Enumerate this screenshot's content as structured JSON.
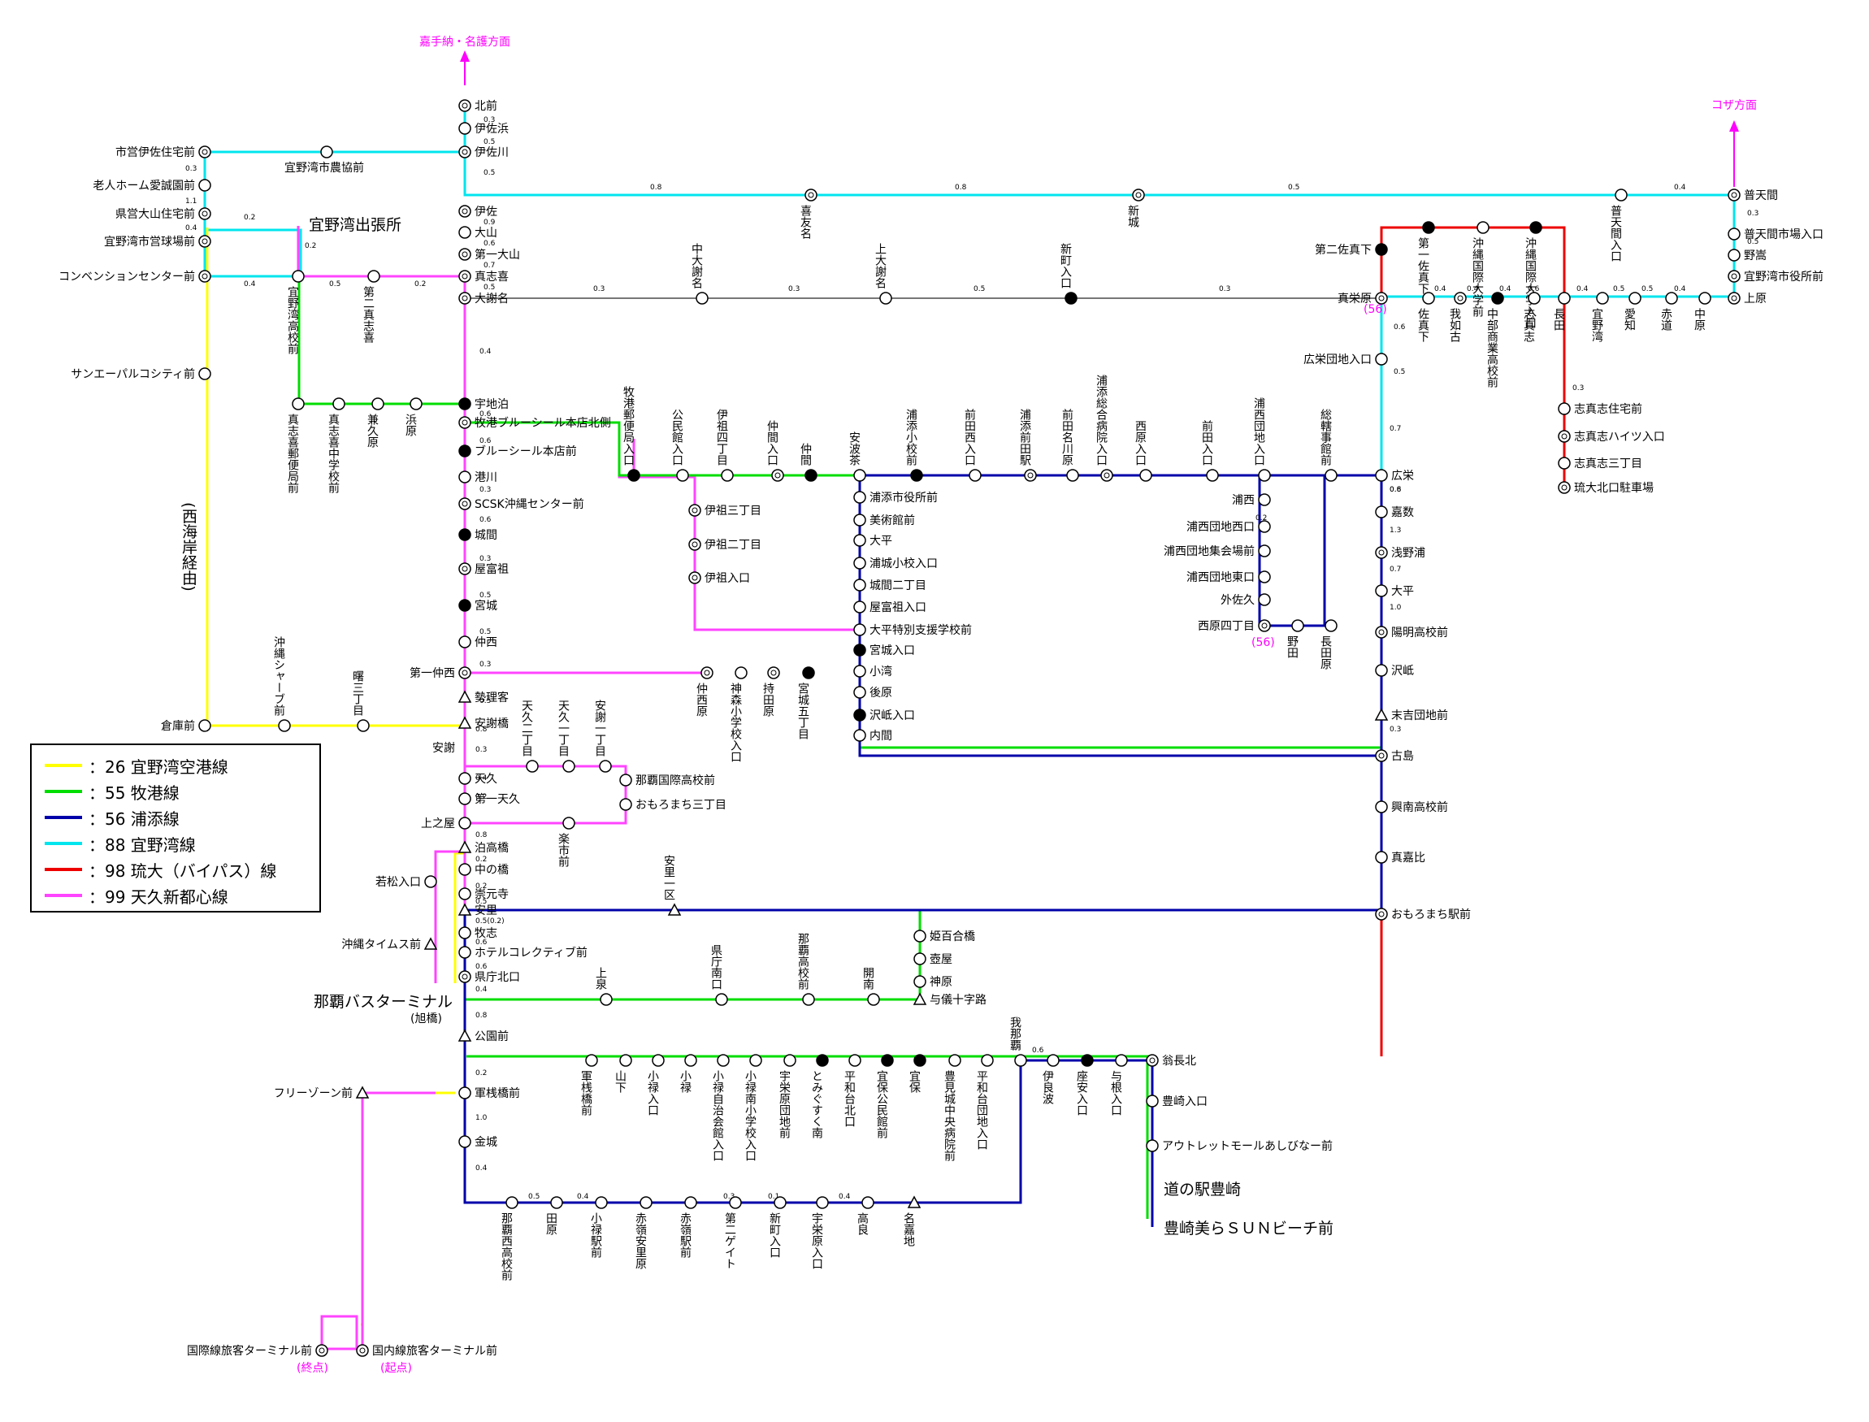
{
  "directions": {
    "north": "嘉手納・名護方面",
    "koza": "コザ方面"
  },
  "terminals": {
    "origin": "(起点)",
    "end": "(終点)",
    "bus_terminal_note": "(旭橋)",
    "route56_marker": "(56)"
  },
  "bold_labels": {
    "ginowan_office": "宜野湾出張所",
    "naha_bt": "那覇バスターミナル",
    "michinoeki": "道の駅豊崎",
    "toyosaki_beach": "豊崎美らＳＵＮビーチ前",
    "nishikaigan": "(西海岸経由)"
  },
  "colors": {
    "r26": "#ffff00",
    "r55": "#00dd00",
    "r56": "#0000aa",
    "r88": "#00e5ee",
    "r98": "#ee0000",
    "r99": "#ff44ff",
    "trunk": "#777777"
  },
  "legend": [
    {
      "color": "#ffff00",
      "label": "：26 宜野湾空港線"
    },
    {
      "color": "#00dd00",
      "label": "：55 牧港線"
    },
    {
      "color": "#0000aa",
      "label": "：56 浦添線"
    },
    {
      "color": "#00e5ee",
      "label": "：88 宜野湾線"
    },
    {
      "color": "#ee0000",
      "label": "：98 琉大（バイパス）線"
    },
    {
      "color": "#ff44ff",
      "label": "：99 天久新都心線"
    }
  ],
  "stops": [
    {
      "id": "s1",
      "name": "北前"
    },
    {
      "id": "s2",
      "name": "伊佐浜"
    },
    {
      "id": "s3",
      "name": "伊佐川"
    },
    {
      "id": "s4",
      "name": "伊佐"
    },
    {
      "id": "s5",
      "name": "大山"
    },
    {
      "id": "s6",
      "name": "第一大山"
    },
    {
      "id": "s7",
      "name": "真志喜"
    },
    {
      "id": "s8",
      "name": "大謝名"
    },
    {
      "id": "s9",
      "name": "宇地泊"
    },
    {
      "id": "s10",
      "name": "牧港ブルーシール本店北側"
    },
    {
      "id": "s11",
      "name": "ブルーシール本店前"
    },
    {
      "id": "s12",
      "name": "港川"
    },
    {
      "id": "s13",
      "name": "SCSK沖縄センター前"
    },
    {
      "id": "s14",
      "name": "城間"
    },
    {
      "id": "s15",
      "name": "屋富祖"
    },
    {
      "id": "s16",
      "name": "宮城"
    },
    {
      "id": "s17",
      "name": "仲西"
    },
    {
      "id": "s18",
      "name": "第一仲西"
    },
    {
      "id": "s19",
      "name": "勢理客"
    },
    {
      "id": "s20",
      "name": "安謝橋"
    },
    {
      "id": "s21",
      "name": "安謝"
    },
    {
      "id": "s22",
      "name": "天久"
    },
    {
      "id": "s23",
      "name": "第一天久"
    },
    {
      "id": "s24",
      "name": "上之屋"
    },
    {
      "id": "s25",
      "name": "泊高橋"
    },
    {
      "id": "s26",
      "name": "中の橋"
    },
    {
      "id": "s27",
      "name": "崇元寺"
    },
    {
      "id": "s28",
      "name": "安里"
    },
    {
      "id": "s29",
      "name": "牧志"
    },
    {
      "id": "s30",
      "name": "ホテルコレクティブ前"
    },
    {
      "id": "s31",
      "name": "県庁北口"
    },
    {
      "id": "s32",
      "name": "公園前"
    },
    {
      "id": "s33",
      "name": "軍桟橋前"
    },
    {
      "id": "s34",
      "name": "金城"
    },
    {
      "id": "s35",
      "name": "市営伊佐住宅前"
    },
    {
      "id": "s36",
      "name": "老人ホーム愛誠園前"
    },
    {
      "id": "s37",
      "name": "県営大山住宅前"
    },
    {
      "id": "s38",
      "name": "宜野湾市営球場前"
    },
    {
      "id": "s39",
      "name": "コンベンションセンター前"
    },
    {
      "id": "s40",
      "name": "宜野湾市農協前"
    },
    {
      "id": "s41",
      "name": "サンエーパルコシティ前"
    },
    {
      "id": "s42",
      "name": "倉庫前"
    },
    {
      "id": "s43",
      "name": "沖縄シャーブ前"
    },
    {
      "id": "s44",
      "name": "曙三丁目"
    },
    {
      "id": "s45",
      "name": "宜野湾高校前"
    },
    {
      "id": "s46",
      "name": "第二真志喜"
    },
    {
      "id": "s47",
      "name": "真志喜郵便局前"
    },
    {
      "id": "s48",
      "name": "真志喜中学校前"
    },
    {
      "id": "s49",
      "name": "兼久原"
    },
    {
      "id": "s50",
      "name": "浜原"
    },
    {
      "id": "s51",
      "name": "喜友名"
    },
    {
      "id": "s52",
      "name": "新城"
    },
    {
      "id": "s53",
      "name": "普天間入口"
    },
    {
      "id": "s54",
      "name": "普天間"
    },
    {
      "id": "s55",
      "name": "普天間市場入口"
    },
    {
      "id": "s56",
      "name": "野嵩"
    },
    {
      "id": "s57",
      "name": "宜野湾市役所前"
    },
    {
      "id": "s58",
      "name": "上原"
    },
    {
      "id": "s59",
      "name": "中大謝名"
    },
    {
      "id": "s60",
      "name": "上大謝名"
    },
    {
      "id": "s61",
      "name": "新町入口"
    },
    {
      "id": "s62",
      "name": "真栄原"
    },
    {
      "id": "s63",
      "name": "第二佐真下"
    },
    {
      "id": "s64",
      "name": "第一佐真下"
    },
    {
      "id": "s65",
      "name": "沖縄国際大学前"
    },
    {
      "id": "s66",
      "name": "沖縄国際大学入口"
    },
    {
      "id": "s67",
      "name": "佐真下"
    },
    {
      "id": "s68",
      "name": "我如古"
    },
    {
      "id": "s69",
      "name": "中部商業高校前"
    },
    {
      "id": "s70",
      "name": "志真志"
    },
    {
      "id": "s71",
      "name": "長田"
    },
    {
      "id": "s72",
      "name": "宜野湾"
    },
    {
      "id": "s73",
      "name": "愛知"
    },
    {
      "id": "s74",
      "name": "赤道"
    },
    {
      "id": "s75",
      "name": "中原"
    },
    {
      "id": "s76",
      "name": "志真志住宅前"
    },
    {
      "id": "s77",
      "name": "志真志ハイツ入口"
    },
    {
      "id": "s78",
      "name": "志真志三丁目"
    },
    {
      "id": "s79",
      "name": "琉大北口駐車場"
    },
    {
      "id": "s80",
      "name": "広栄団地入口"
    },
    {
      "id": "s81",
      "name": "広栄"
    },
    {
      "id": "s82",
      "name": "嘉数"
    },
    {
      "id": "s83",
      "name": "浅野浦"
    },
    {
      "id": "s84",
      "name": "大平"
    },
    {
      "id": "s85",
      "name": "陽明高校前"
    },
    {
      "id": "s86",
      "name": "沢岻"
    },
    {
      "id": "s87",
      "name": "末吉団地前"
    },
    {
      "id": "s88",
      "name": "古島"
    },
    {
      "id": "s89",
      "name": "興南高校前"
    },
    {
      "id": "s90",
      "name": "真嘉比"
    },
    {
      "id": "s91",
      "name": "おもろまち駅前"
    },
    {
      "id": "s92",
      "name": "牧港郵便局入口"
    },
    {
      "id": "s93",
      "name": "公民館入口"
    },
    {
      "id": "s94",
      "name": "伊祖四丁目"
    },
    {
      "id": "s95",
      "name": "仲間入口"
    },
    {
      "id": "s96",
      "name": "仲間"
    },
    {
      "id": "s97",
      "name": "安波茶"
    },
    {
      "id": "s98",
      "name": "浦添小校前"
    },
    {
      "id": "s99",
      "name": "前田西入口"
    },
    {
      "id": "s100",
      "name": "浦添前田駅"
    },
    {
      "id": "s101",
      "name": "前田名川原"
    },
    {
      "id": "s102",
      "name": "浦添総合病院入口"
    },
    {
      "id": "s103",
      "name": "西原入口"
    },
    {
      "id": "s104",
      "name": "前田入口"
    },
    {
      "id": "s105",
      "name": "浦西団地入口"
    },
    {
      "id": "s106",
      "name": "総轄事館前"
    },
    {
      "id": "s107",
      "name": "伊祖三丁目"
    },
    {
      "id": "s108",
      "name": "伊祖二丁目"
    },
    {
      "id": "s109",
      "name": "伊祖入口"
    },
    {
      "id": "s110",
      "name": "浦添市役所前"
    },
    {
      "id": "s111",
      "name": "美術館前"
    },
    {
      "id": "s112",
      "name": "大平"
    },
    {
      "id": "s113",
      "name": "浦城小校入口"
    },
    {
      "id": "s114",
      "name": "城間二丁目"
    },
    {
      "id": "s115",
      "name": "屋富祖入口"
    },
    {
      "id": "s116",
      "name": "大平特別支援学校前"
    },
    {
      "id": "s117",
      "name": "宮城入口"
    },
    {
      "id": "s118",
      "name": "小湾"
    },
    {
      "id": "s119",
      "name": "後原"
    },
    {
      "id": "s120",
      "name": "沢岻入口"
    },
    {
      "id": "s121",
      "name": "内間"
    },
    {
      "id": "s122",
      "name": "浦西"
    },
    {
      "id": "s123",
      "name": "浦西団地西口"
    },
    {
      "id": "s124",
      "name": "浦西団地集会場前"
    },
    {
      "id": "s125",
      "name": "浦西団地東口"
    },
    {
      "id": "s126",
      "name": "外佐久"
    },
    {
      "id": "s127",
      "name": "西原四丁目"
    },
    {
      "id": "s128",
      "name": "野田"
    },
    {
      "id": "s129",
      "name": "長田原"
    },
    {
      "id": "s130",
      "name": "仲西原"
    },
    {
      "id": "s131",
      "name": "神森小学校入口"
    },
    {
      "id": "s132",
      "name": "持田原"
    },
    {
      "id": "s133",
      "name": "宮城五丁目"
    },
    {
      "id": "s134",
      "name": "天久二丁目"
    },
    {
      "id": "s135",
      "name": "天久一丁目"
    },
    {
      "id": "s136",
      "name": "安謝一丁目"
    },
    {
      "id": "s137",
      "name": "那覇国際高校前"
    },
    {
      "id": "s138",
      "name": "おもろまち三丁目"
    },
    {
      "id": "s139",
      "name": "楽市前"
    },
    {
      "id": "s140",
      "name": "若松入口"
    },
    {
      "id": "s141",
      "name": "沖縄タイムス前"
    },
    {
      "id": "s142",
      "name": "安里一区"
    },
    {
      "id": "s143",
      "name": "上泉"
    },
    {
      "id": "s144",
      "name": "県庁南口"
    },
    {
      "id": "s145",
      "name": "那覇高校前"
    },
    {
      "id": "s146",
      "name": "開南"
    },
    {
      "id": "s147",
      "name": "与儀十字路"
    },
    {
      "id": "s148",
      "name": "神原"
    },
    {
      "id": "s149",
      "name": "壺屋"
    },
    {
      "id": "s150",
      "name": "姫百合橋"
    },
    {
      "id": "s151",
      "name": "軍桟橋前"
    },
    {
      "id": "s152",
      "name": "山下"
    },
    {
      "id": "s153",
      "name": "小禄入口"
    },
    {
      "id": "s154",
      "name": "小禄"
    },
    {
      "id": "s155",
      "name": "小禄自治会館入口"
    },
    {
      "id": "s156",
      "name": "小禄南小学校入口"
    },
    {
      "id": "s157",
      "name": "宇栄原団地前"
    },
    {
      "id": "s158",
      "name": "とみぐすく南"
    },
    {
      "id": "s159",
      "name": "平和台北口"
    },
    {
      "id": "s160",
      "name": "宜保公民館前"
    },
    {
      "id": "s161",
      "name": "宜保"
    },
    {
      "id": "s162",
      "name": "豊見城中央病院前"
    },
    {
      "id": "s163",
      "name": "平和台団地入口"
    },
    {
      "id": "s164",
      "name": "我那覇"
    },
    {
      "id": "s165",
      "name": "伊良波"
    },
    {
      "id": "s166",
      "name": "座安入口"
    },
    {
      "id": "s167",
      "name": "与根入口"
    },
    {
      "id": "s168",
      "name": "翁長北"
    },
    {
      "id": "s169",
      "name": "豊崎入口"
    },
    {
      "id": "s170",
      "name": "アウトレットモールあしびなー前"
    },
    {
      "id": "s171",
      "name": "那覇西高校前"
    },
    {
      "id": "s172",
      "name": "田原"
    },
    {
      "id": "s173",
      "name": "小禄駅前"
    },
    {
      "id": "s174",
      "name": "赤嶺安里原"
    },
    {
      "id": "s175",
      "name": "赤嶺駅前"
    },
    {
      "id": "s176",
      "name": "第二ゲイト"
    },
    {
      "id": "s177",
      "name": "新町入口"
    },
    {
      "id": "s178",
      "name": "宇栄原入口"
    },
    {
      "id": "s179",
      "name": "高良"
    },
    {
      "id": "s180",
      "name": "名嘉地"
    },
    {
      "id": "s181",
      "name": "フリーゾーン前"
    },
    {
      "id": "s182",
      "name": "国際線旅客ターミナル前"
    },
    {
      "id": "s183",
      "name": "国内線旅客ターミナル前"
    }
  ],
  "distances": [
    "0.3",
    "0.5",
    "0.5",
    "0.9",
    "0.6",
    "0.7",
    "0.5",
    "0.4",
    "0.6",
    "0.6",
    "0.3",
    "0.6",
    "0.3",
    "0.5",
    "0.5",
    "0.3",
    "0.5",
    "0.8",
    "0.3",
    "0.4",
    "0.2",
    "0.8",
    "0.2",
    "0.2",
    "0.5",
    "0.5(0.2)",
    "0.6",
    "0.6",
    "0.4",
    "0.8",
    "0.2",
    "1.0",
    "0.4",
    "1.1",
    "0.3",
    "0.4",
    "0.2",
    "0.2",
    "0.4",
    "0.5",
    "0.2",
    "0.8",
    "0.8",
    "0.5",
    "0.4",
    "0.3",
    "0.3",
    "0.5",
    "0.3",
    "0.6",
    "0.5",
    "0.4",
    "0.4",
    "0.4",
    "0.6",
    "0.4",
    "0.5",
    "0.5",
    "0.4",
    "0.3",
    "0.5",
    "0.3",
    "0.7",
    "0.6",
    "0.8",
    "1.3",
    "0.7",
    "1.0",
    "0.3",
    "0.2",
    "0.5",
    "0.4",
    "0.1",
    "0.3",
    "0.6",
    "0.4"
  ]
}
